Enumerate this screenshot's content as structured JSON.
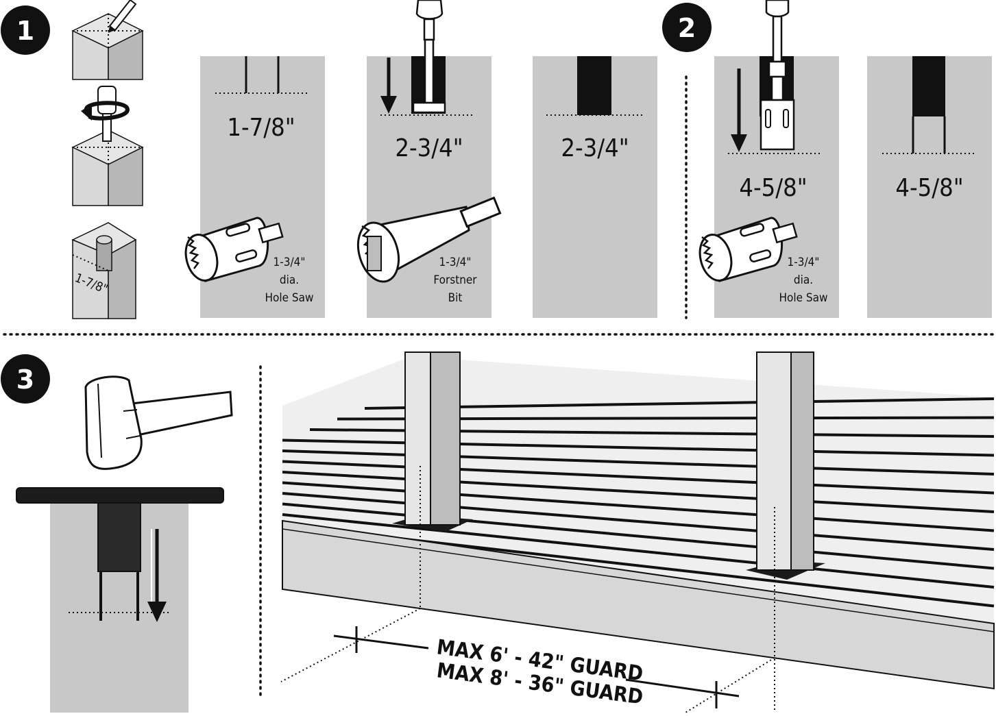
{
  "steps": [
    {
      "number": "1"
    },
    {
      "number": "2"
    },
    {
      "number": "3"
    }
  ],
  "depth_labels": {
    "panel_a": "1-7/8\"",
    "panel_b": "2-3/4\"",
    "panel_c": "2-3/4\"",
    "panel_d": "4-5/8\"",
    "panel_e": "4-5/8\""
  },
  "post_mark_label": "1-7/8\"",
  "tool_labels": {
    "hole_saw_1": [
      "1-3/4\"",
      "dia.",
      "Hole Saw"
    ],
    "forstner": [
      "1-3/4\"",
      "Forstner",
      "Bit"
    ],
    "hole_saw_2": [
      "1-3/4\"",
      "dia.",
      "Hole Saw"
    ]
  },
  "spacing": {
    "line1": "MAX 6' - 42\" GUARD",
    "line2": "MAX 8' - 36\" GUARD"
  },
  "colors": {
    "panel_gray": "#c8c8c8",
    "post_light": "#e6e6e6",
    "post_dark": "#bdbdbd",
    "ink": "#111111",
    "deck": "#e9e9e9"
  }
}
